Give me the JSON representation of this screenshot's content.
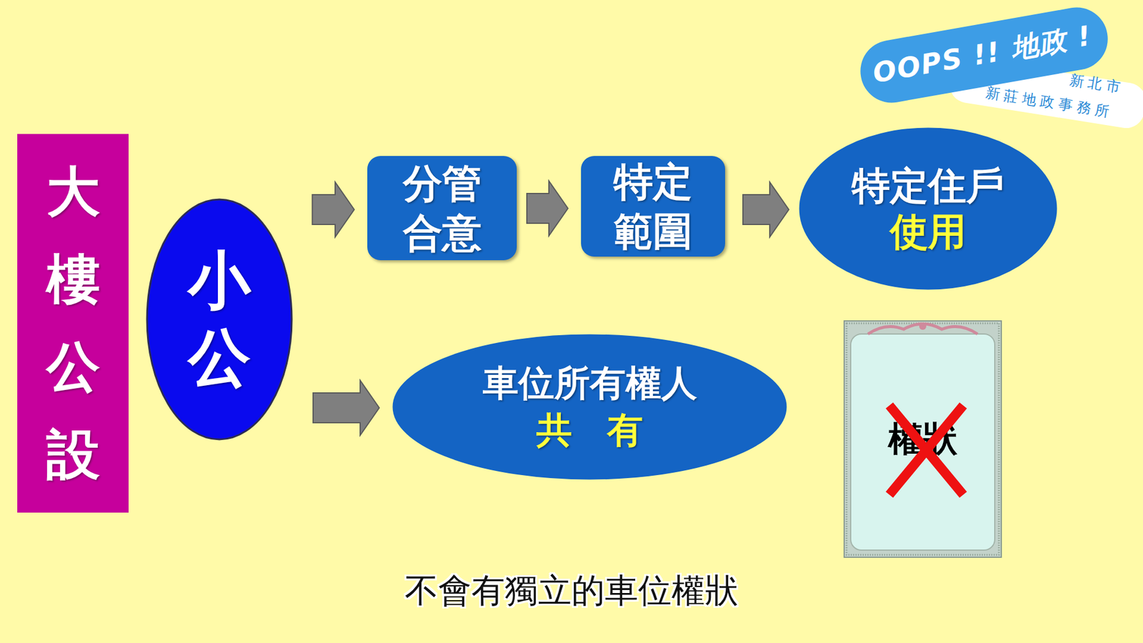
{
  "diagram": {
    "caption": "不會有獨立的車位權狀",
    "nodes": [
      {
        "text": [
          "大樓公設"
        ]
      },
      {
        "text": [
          "小公"
        ]
      },
      {
        "text": [
          "分管 合意"
        ]
      },
      {
        "text": [
          "特定 範圍"
        ]
      },
      {
        "text": [
          "特定住戶",
          "使用"
        ]
      },
      {
        "text": [
          "車位所有權人",
          "共 有"
        ]
      },
      {
        "text": [
          "權狀"
        ]
      }
    ],
    "edges": [
      {
        "from": 1,
        "to": 2,
        "arrow": "to"
      },
      {
        "from": 2,
        "to": 3,
        "arrow": "to"
      },
      {
        "from": 3,
        "to": 4,
        "arrow": "to"
      },
      {
        "from": 1,
        "to": 5,
        "arrow": "to"
      }
    ],
    "labels": [
      "OOPS !! 地政 !",
      "新北市",
      "新莊地政事務所"
    ]
  }
}
